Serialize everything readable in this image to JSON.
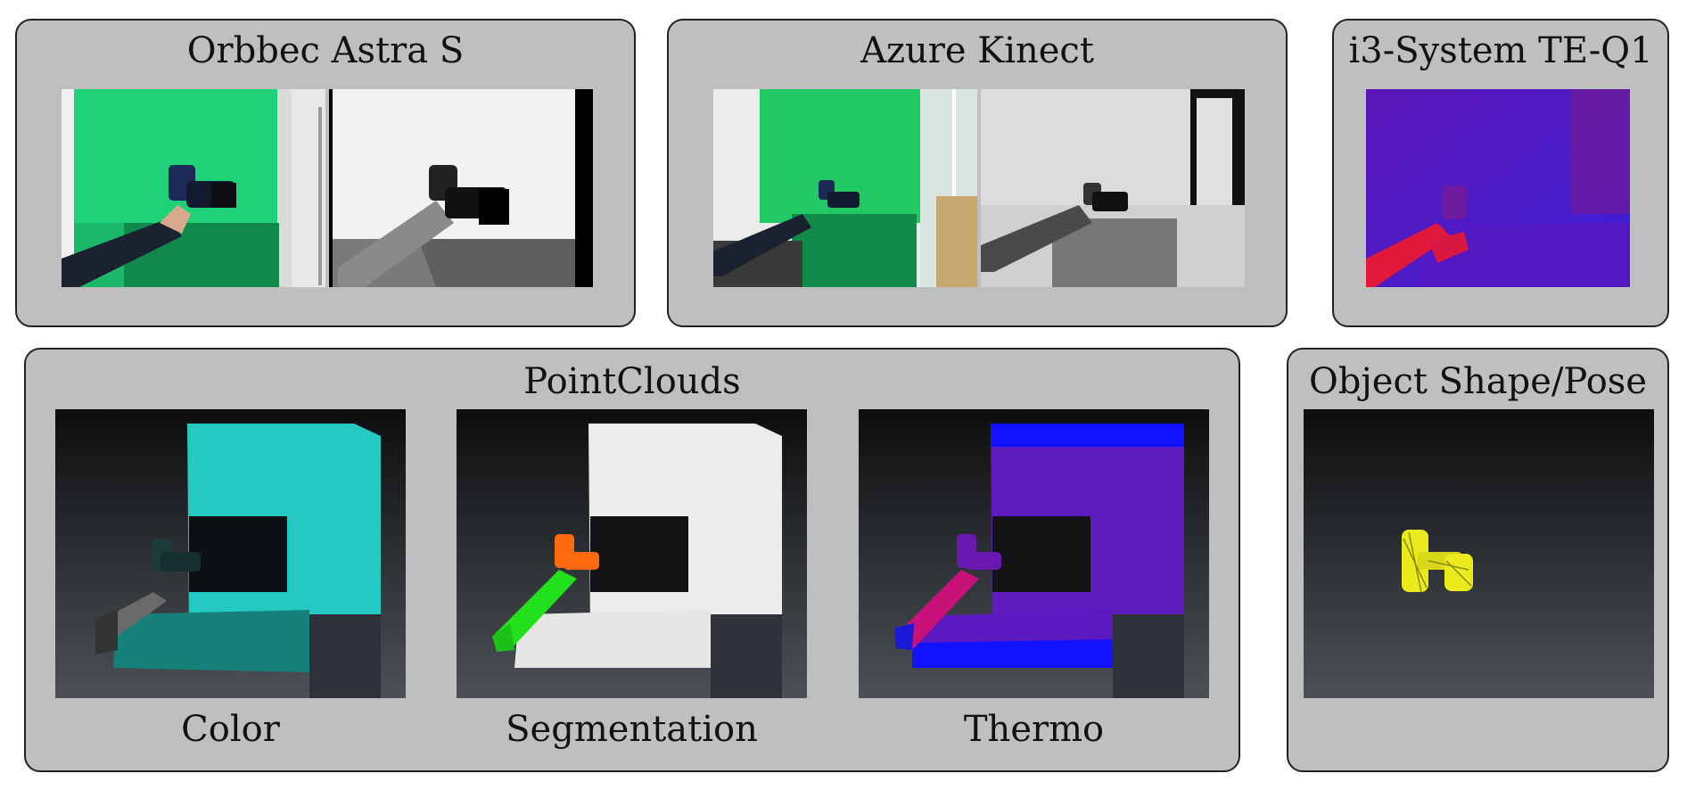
{
  "panels": {
    "orbbec": {
      "title": "Orbbec Astra S"
    },
    "azure": {
      "title": "Azure Kinect"
    },
    "i3": {
      "title": "i3-System TE-Q1"
    },
    "pointclouds": {
      "title": "PointClouds",
      "views": [
        {
          "label": "Color"
        },
        {
          "label": "Segmentation"
        },
        {
          "label": "Thermo"
        }
      ]
    },
    "object": {
      "title": "Object Shape/Pose"
    }
  },
  "colors": {
    "panel_bg": "#bfbfbf",
    "green_screen": "#1fd27a",
    "cyan_cloud": "#24c9c2",
    "segment_green": "#22e01c",
    "segment_orange": "#ff6a10",
    "thermo_blue": "#1212ff",
    "thermo_purple": "#5e1cc0",
    "mesh_yellow": "#eaea1c"
  }
}
